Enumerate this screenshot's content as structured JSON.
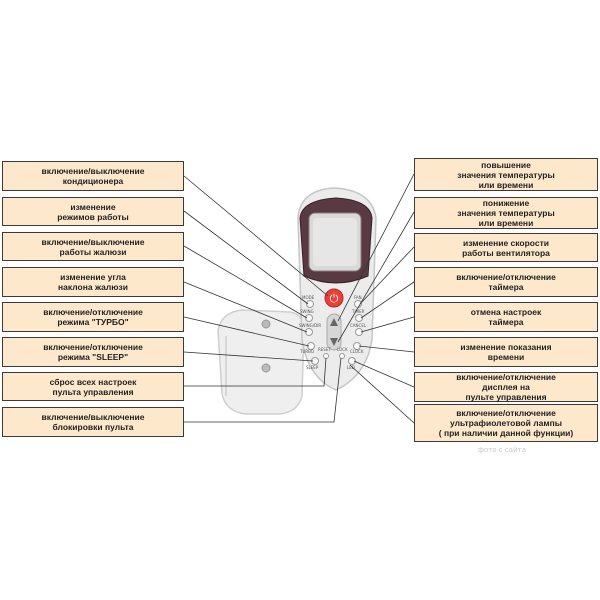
{
  "callouts": {
    "left": [
      "включение/выключение\nкондиционера",
      "изменение\nрежимов работы",
      "включение/выключение\nработы жалюзи",
      "изменение угла\nнаклона жалюзи",
      "включение/отключение\nрежима \"ТУРБО\"",
      "включение/отключение\nрежима \"SLEEP\"",
      "сброс всех настроек\nпульта управления",
      "включение/выключение\nблокировки пульта"
    ],
    "right": [
      "повышение\nзначения температуры\nили времени",
      "понижение\nзначения температуры\nили времени",
      "изменение скорости\nработы вентилятора",
      "включение/отключение\nтаймера",
      "отмена настроек\nтаймера",
      "изменение показания\nвремени",
      "включение/отключение\nдисплея на\nпульте управления",
      "включение/отключение\nультрафиолетовой лампы\n( при наличии данной функции)"
    ]
  },
  "remote": {
    "buttons_left": [
      "MODE",
      "SWING",
      "SWING/DIR",
      "TURBO",
      "SLEEP"
    ],
    "buttons_right": [
      "FAN",
      "TIMER",
      "CANCEL",
      "CLOCK",
      "LED"
    ],
    "buttons_bottom": [
      "RESET",
      "LOCK"
    ],
    "power_symbol": "⏻"
  },
  "colors": {
    "callout_fill": "#fde8cc",
    "power_button": "#e8413a",
    "remote_body": "#ececec",
    "screen_frame": "#5a3a42"
  },
  "watermark": "фото с сайта"
}
